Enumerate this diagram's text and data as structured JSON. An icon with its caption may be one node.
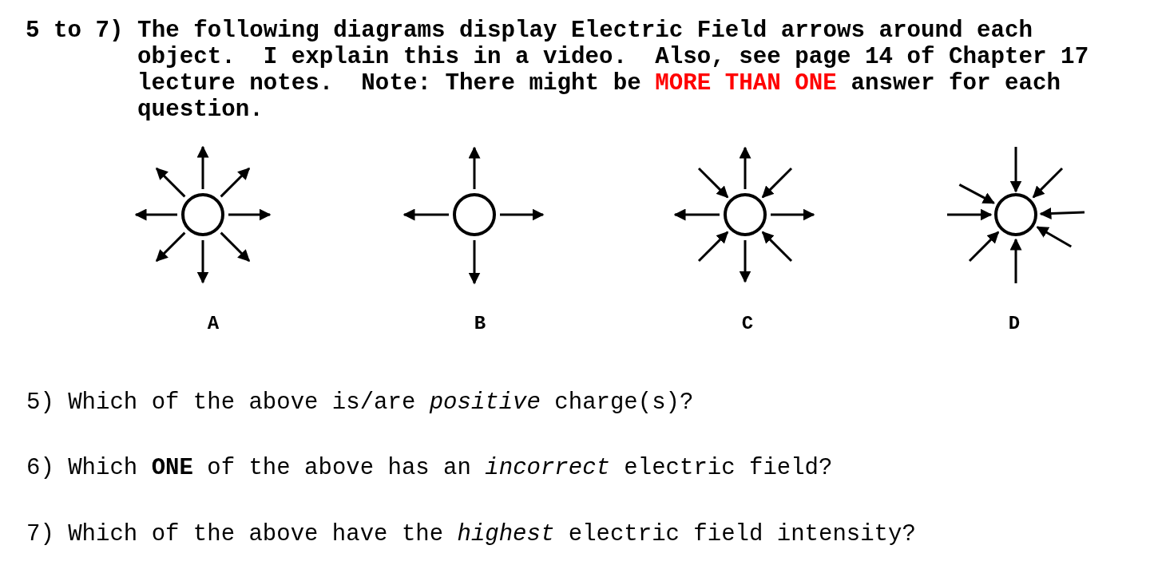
{
  "diagram": {
    "title": "5 to 7) The following diagrams display Electric Field arrows around each object.  I explain this in a video.  Also, see page 14 of Chapter 17 lecture notes.  Note: There might be **MORE THAN ONE** answer for each question.",
    "nodes": [
      {
        "text": [],
        "shape": "circle"
      },
      {
        "text": [],
        "shape": "circle"
      },
      {
        "text": [],
        "shape": "circle"
      },
      {
        "text": [],
        "shape": "circle"
      }
    ],
    "edges": [
      {
        "from": 0,
        "to": null,
        "arrow": "to"
      },
      {
        "from": 0,
        "to": null,
        "arrow": "to"
      },
      {
        "from": 0,
        "to": null,
        "arrow": "to"
      },
      {
        "from": 0,
        "to": null,
        "arrow": "to"
      },
      {
        "from": 0,
        "to": null,
        "arrow": "to"
      },
      {
        "from": 0,
        "to": null,
        "arrow": "to"
      },
      {
        "from": 0,
        "to": null,
        "arrow": "to"
      },
      {
        "from": 0,
        "to": null,
        "arrow": "to"
      },
      {
        "from": 1,
        "to": null,
        "arrow": "to"
      },
      {
        "from": 1,
        "to": null,
        "arrow": "to"
      },
      {
        "from": 1,
        "to": null,
        "arrow": "to"
      },
      {
        "from": 1,
        "to": null,
        "arrow": "to"
      },
      {
        "from": 2,
        "to": null,
        "arrow": "to"
      },
      {
        "from": null,
        "to": 2,
        "arrow": "to"
      },
      {
        "from": 2,
        "to": null,
        "arrow": "to"
      },
      {
        "from": null,
        "to": 2,
        "arrow": "to"
      },
      {
        "from": 2,
        "to": null,
        "arrow": "to"
      },
      {
        "from": null,
        "to": 2,
        "arrow": "to"
      },
      {
        "from": 2,
        "to": null,
        "arrow": "to"
      },
      {
        "from": null,
        "to": 2,
        "arrow": "to"
      },
      {
        "from": null,
        "to": 3,
        "arrow": "to"
      },
      {
        "from": null,
        "to": 3,
        "arrow": "to"
      },
      {
        "from": null,
        "to": 3,
        "arrow": "to"
      },
      {
        "from": null,
        "to": 3,
        "arrow": "to"
      },
      {
        "from": null,
        "to": 3,
        "arrow": "to"
      },
      {
        "from": null,
        "to": 3,
        "arrow": "to"
      },
      {
        "from": null,
        "to": 3,
        "arrow": "to"
      },
      {
        "from": null,
        "to": 3,
        "arrow": "to"
      }
    ],
    "labels": [
      "A",
      "B",
      "C",
      "D",
      "5) Which of the above is/are *positive* charge(s)?",
      "6) Which **ONE** of the above has an *incorrect* electric field?",
      "7) Which of the above have the *highest* electric field intensity?"
    ]
  }
}
